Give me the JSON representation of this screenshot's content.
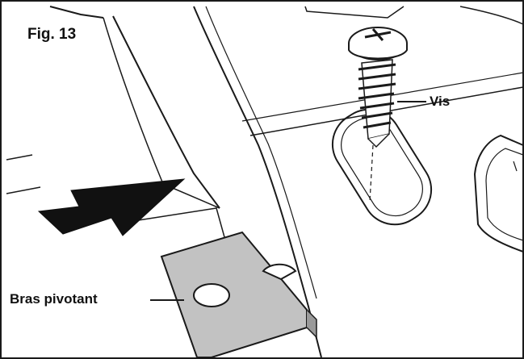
{
  "figure": {
    "label": "Fig. 13"
  },
  "callouts": {
    "screw": "Vis",
    "pivot_arm": "Bras pivotant"
  },
  "colors": {
    "line": "#1a1a1a",
    "plate_fill": "#c2c2c2",
    "arrow_fill": "#111111",
    "background": "#ffffff"
  }
}
